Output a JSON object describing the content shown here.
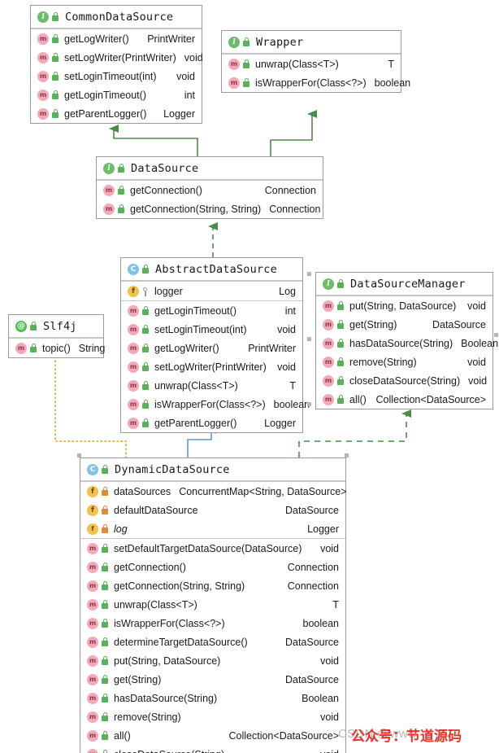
{
  "diagram": {
    "kind": "uml-class-diagram",
    "colors": {
      "interface_icon": "#6bbd6b",
      "class_icon": "#7fc4e8",
      "annotation_icon": "#4ec24e",
      "method_icon": "#f4a8b8",
      "field_icon": "#f2c14e",
      "public_lock": "#59b259",
      "private_lock": "#e08a3c",
      "realization_arrow": "#4b8b4b",
      "inheritance_arrow": "#5b9bd5",
      "annotation_link": "#c9a227",
      "border": "#9a9a9a",
      "background": "#ffffff"
    }
  },
  "classes": {
    "common_data_source": {
      "name": "CommonDataSource",
      "stereotype": "interface",
      "visibility": "public",
      "members": [
        {
          "icon": "method",
          "visibility": "public",
          "name": "getLogWriter()",
          "type": "PrintWriter"
        },
        {
          "icon": "method",
          "visibility": "public",
          "name": "setLogWriter(PrintWriter)",
          "type": "void"
        },
        {
          "icon": "method",
          "visibility": "public",
          "name": "setLoginTimeout(int)",
          "type": "void"
        },
        {
          "icon": "method",
          "visibility": "public",
          "name": "getLoginTimeout()",
          "type": "int"
        },
        {
          "icon": "method",
          "visibility": "public",
          "name": "getParentLogger()",
          "type": "Logger"
        }
      ]
    },
    "wrapper": {
      "name": "Wrapper",
      "stereotype": "interface",
      "visibility": "public",
      "members": [
        {
          "icon": "method",
          "visibility": "public",
          "name": "unwrap(Class<T>)",
          "type": "T"
        },
        {
          "icon": "method",
          "visibility": "public",
          "name": "isWrapperFor(Class<?>)",
          "type": "boolean"
        }
      ]
    },
    "data_source": {
      "name": "DataSource",
      "stereotype": "interface",
      "visibility": "public",
      "members": [
        {
          "icon": "method",
          "visibility": "public",
          "name": "getConnection()",
          "type": "Connection"
        },
        {
          "icon": "method",
          "visibility": "public",
          "name": "getConnection(String, String)",
          "type": "Connection"
        }
      ]
    },
    "abstract_data_source": {
      "name": "AbstractDataSource",
      "stereotype": "class",
      "visibility": "public",
      "fields": [
        {
          "icon": "field",
          "visibility": "protected",
          "name": "logger",
          "type": "Log"
        }
      ],
      "members": [
        {
          "icon": "method",
          "visibility": "public",
          "name": "getLoginTimeout()",
          "type": "int"
        },
        {
          "icon": "method",
          "visibility": "public",
          "name": "setLoginTimeout(int)",
          "type": "void"
        },
        {
          "icon": "method",
          "visibility": "public",
          "name": "getLogWriter()",
          "type": "PrintWriter"
        },
        {
          "icon": "method",
          "visibility": "public",
          "name": "setLogWriter(PrintWriter)",
          "type": "void"
        },
        {
          "icon": "method",
          "visibility": "public",
          "name": "unwrap(Class<T>)",
          "type": "T"
        },
        {
          "icon": "method",
          "visibility": "public",
          "name": "isWrapperFor(Class<?>)",
          "type": "boolean"
        },
        {
          "icon": "method",
          "visibility": "public",
          "name": "getParentLogger()",
          "type": "Logger"
        }
      ]
    },
    "data_source_manager": {
      "name": "DataSourceManager",
      "stereotype": "interface",
      "visibility": "public",
      "members": [
        {
          "icon": "method",
          "visibility": "public",
          "name": "put(String, DataSource)",
          "type": "void"
        },
        {
          "icon": "method",
          "visibility": "public",
          "name": "get(String)",
          "type": "DataSource"
        },
        {
          "icon": "method",
          "visibility": "public",
          "name": "hasDataSource(String)",
          "type": "Boolean"
        },
        {
          "icon": "method",
          "visibility": "public",
          "name": "remove(String)",
          "type": "void"
        },
        {
          "icon": "method",
          "visibility": "public",
          "name": "closeDataSource(String)",
          "type": "void"
        },
        {
          "icon": "method",
          "visibility": "public",
          "name": "all()",
          "type": "Collection<DataSource>"
        }
      ]
    },
    "slf4j": {
      "name": "Slf4j",
      "stereotype": "annotation",
      "visibility": "public",
      "members": [
        {
          "icon": "method",
          "visibility": "public",
          "name": "topic()",
          "type": "String"
        }
      ]
    },
    "dynamic_data_source": {
      "name": "DynamicDataSource",
      "stereotype": "class",
      "visibility": "public",
      "fields": [
        {
          "icon": "field",
          "visibility": "private",
          "name": "dataSources",
          "type": "ConcurrentMap<String, DataSource>"
        },
        {
          "icon": "field",
          "visibility": "private",
          "name": "defaultDataSource",
          "type": "DataSource"
        },
        {
          "icon": "field-static",
          "visibility": "private",
          "name": "log",
          "type": "Logger",
          "italic": true
        }
      ],
      "members": [
        {
          "icon": "method",
          "visibility": "public",
          "name": "setDefaultTargetDataSource(DataSource)",
          "type": "void"
        },
        {
          "icon": "method",
          "visibility": "public",
          "name": "getConnection()",
          "type": "Connection"
        },
        {
          "icon": "method",
          "visibility": "public",
          "name": "getConnection(String, String)",
          "type": "Connection"
        },
        {
          "icon": "method",
          "visibility": "public",
          "name": "unwrap(Class<T>)",
          "type": "T"
        },
        {
          "icon": "method",
          "visibility": "public",
          "name": "isWrapperFor(Class<?>)",
          "type": "boolean"
        },
        {
          "icon": "method",
          "visibility": "public",
          "name": "determineTargetDataSource()",
          "type": "DataSource"
        },
        {
          "icon": "method",
          "visibility": "public",
          "name": "put(String, DataSource)",
          "type": "void"
        },
        {
          "icon": "method",
          "visibility": "public",
          "name": "get(String)",
          "type": "DataSource"
        },
        {
          "icon": "method",
          "visibility": "public",
          "name": "hasDataSource(String)",
          "type": "Boolean"
        },
        {
          "icon": "method",
          "visibility": "public",
          "name": "remove(String)",
          "type": "void"
        },
        {
          "icon": "method",
          "visibility": "public",
          "name": "all()",
          "type": "Collection<DataSource>"
        },
        {
          "icon": "method",
          "visibility": "public",
          "name": "closeDataSource(String)",
          "type": "void"
        }
      ]
    }
  },
  "relationships": [
    {
      "from": "DataSource",
      "to": "CommonDataSource",
      "kind": "generalization",
      "style": "solid",
      "color": "#4b8b4b"
    },
    {
      "from": "DataSource",
      "to": "Wrapper",
      "kind": "generalization",
      "style": "solid",
      "color": "#4b8b4b"
    },
    {
      "from": "AbstractDataSource",
      "to": "DataSource",
      "kind": "realization",
      "style": "dashed",
      "color": "#4b8b4b"
    },
    {
      "from": "DynamicDataSource",
      "to": "AbstractDataSource",
      "kind": "generalization",
      "style": "solid",
      "color": "#5b9bd5"
    },
    {
      "from": "DynamicDataSource",
      "to": "DataSourceManager",
      "kind": "realization",
      "style": "dashed",
      "color": "#4b8b4b"
    },
    {
      "from": "Slf4j",
      "to": "DynamicDataSource",
      "kind": "annotation",
      "style": "dotted",
      "color": "#c9a227"
    }
  ],
  "watermark": {
    "grey_text": "CSDN @www.",
    "red_text": "公众号：节道源码"
  },
  "icon_glyphs": {
    "interface": "I",
    "class": "C",
    "annotation": "@",
    "method": "m",
    "field": "f",
    "field-static": "f"
  }
}
